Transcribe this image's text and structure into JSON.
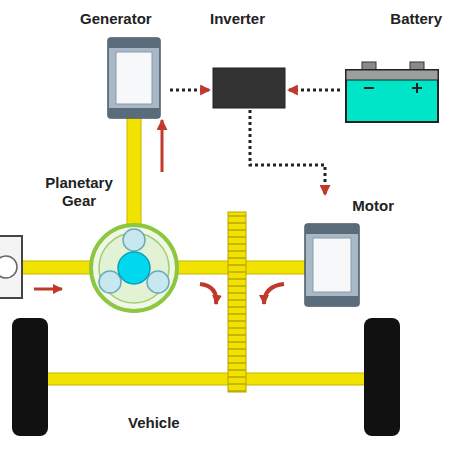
{
  "diagram": {
    "nodes": [
      {
        "text": [
          "Generator"
        ]
      },
      {
        "text": [
          "Inverter"
        ]
      },
      {
        "text": [
          "Battery"
        ]
      },
      {
        "text": [
          "Planetary Gear"
        ]
      },
      {
        "text": [
          "Motor"
        ]
      }
    ],
    "edges": [
      {
        "from": 0,
        "to": 1,
        "arrow": "to"
      },
      {
        "from": 2,
        "to": 1,
        "arrow": "to"
      },
      {
        "from": 1,
        "to": 4,
        "arrow": "to"
      },
      {
        "from": 3,
        "to": 0,
        "arrow": "to"
      }
    ],
    "labels": [
      "Vehicle"
    ]
  }
}
